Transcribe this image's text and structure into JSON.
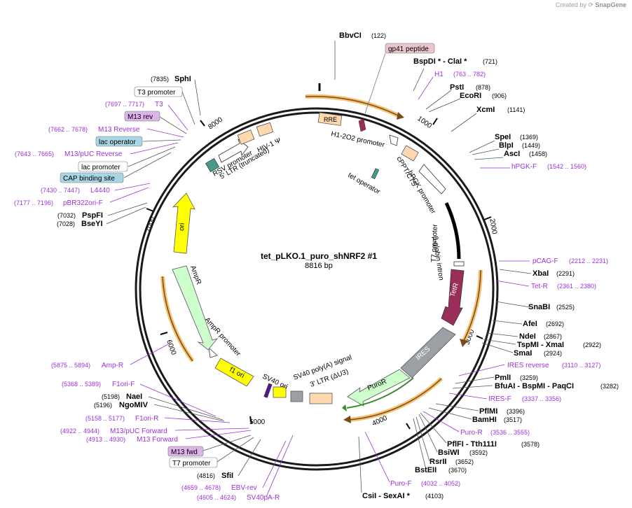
{
  "app": {
    "credit_prefix": "Created by",
    "credit_brand": "SnapGene"
  },
  "plasmid": {
    "name": "tet_pLKO.1_puro_shNRF2 #1",
    "length_label": "8816 bp",
    "total_bp": 8816
  },
  "ticks": [
    "1000",
    "2000",
    "3000",
    "4000",
    "5000",
    "6000",
    "7000",
    "8000"
  ],
  "colors": {
    "backbone": "#1a1a1a",
    "orange_arrow": "#f3c06e",
    "dark_brown": "#7a4a1a",
    "enzyme_label": "#000000",
    "primer": "#9b30d9",
    "promoter": "#ffffff",
    "yellow": "#ffff00",
    "green": "#ccffcc",
    "grey": "#9aa0a6",
    "peach": "#ffd8b0",
    "tetR": "#9b2d5a",
    "pink_box": "#e8c6cc",
    "violet_box": "#dcb4e8",
    "blue_box": "#a9d6e5"
  },
  "right_labels": [
    {
      "name": "BbvCI",
      "pos": "(122)",
      "kind": "enzyme"
    },
    {
      "name": "gp41 peptide",
      "pos": "",
      "kind": "boxed-pink"
    },
    {
      "name": "BspDI * - ClaI *",
      "pos": "(721)",
      "kind": "enzyme"
    },
    {
      "name": "H1",
      "pos": "(763 .. 782)",
      "kind": "primer"
    },
    {
      "name": "PstI",
      "pos": "(878)",
      "kind": "enzyme"
    },
    {
      "name": "EcoRI",
      "pos": "(906)",
      "kind": "enzyme"
    },
    {
      "name": "XcmI",
      "pos": "(1141)",
      "kind": "enzyme"
    },
    {
      "name": "SpeI",
      "pos": "(1369)",
      "kind": "enzyme"
    },
    {
      "name": "BlpI",
      "pos": "(1449)",
      "kind": "enzyme"
    },
    {
      "name": "AscI",
      "pos": "(1458)",
      "kind": "enzyme"
    },
    {
      "name": "hPGK-F",
      "pos": "(1542 .. 1560)",
      "kind": "primer"
    },
    {
      "name": "pCAG-F",
      "pos": "(2212 .. 2231)",
      "kind": "primer"
    },
    {
      "name": "XbaI",
      "pos": "(2291)",
      "kind": "enzyme"
    },
    {
      "name": "Tet-R",
      "pos": "(2361 .. 2380)",
      "kind": "primer"
    },
    {
      "name": "SnaBI",
      "pos": "(2525)",
      "kind": "enzyme"
    },
    {
      "name": "AfeI",
      "pos": "(2692)",
      "kind": "enzyme"
    },
    {
      "name": "NdeI",
      "pos": "(2867)",
      "kind": "enzyme"
    },
    {
      "name": "TspMI - XmaI",
      "pos": "(2922)",
      "kind": "enzyme"
    },
    {
      "name": "SmaI",
      "pos": "(2924)",
      "kind": "enzyme"
    },
    {
      "name": "IRES reverse",
      "pos": "(3110 .. 3127)",
      "kind": "primer"
    },
    {
      "name": "PmlI",
      "pos": "(3259)",
      "kind": "enzyme"
    },
    {
      "name": "BfuAI - BspMI - PaqCI",
      "pos": "(3282)",
      "kind": "enzyme"
    },
    {
      "name": "IRES-F",
      "pos": "(3337 .. 3356)",
      "kind": "primer"
    },
    {
      "name": "PflMI",
      "pos": "(3396)",
      "kind": "enzyme"
    },
    {
      "name": "BamHI",
      "pos": "(3517)",
      "kind": "enzyme"
    },
    {
      "name": "Puro-R",
      "pos": "(3536 .. 3555)",
      "kind": "primer"
    },
    {
      "name": "PflFI - Tth111I",
      "pos": "(3578)",
      "kind": "enzyme"
    },
    {
      "name": "BsiWI",
      "pos": "(3592)",
      "kind": "enzyme"
    },
    {
      "name": "RsrII",
      "pos": "(3652)",
      "kind": "enzyme"
    },
    {
      "name": "BstEII",
      "pos": "(3670)",
      "kind": "enzyme"
    },
    {
      "name": "Puro-F",
      "pos": "(4032 .. 4052)",
      "kind": "primer"
    },
    {
      "name": "CsiI - SexAI *",
      "pos": "(4103)",
      "kind": "enzyme"
    }
  ],
  "left_labels": [
    {
      "name": "SphI",
      "pos": "(7835)",
      "kind": "enzyme"
    },
    {
      "name": "T3 promoter",
      "pos": "",
      "kind": "boxed-white"
    },
    {
      "name": "T3",
      "pos": "(7697 .. 7717)",
      "kind": "primer"
    },
    {
      "name": "M13 rev",
      "pos": "",
      "kind": "boxed-violet"
    },
    {
      "name": "M13 Reverse",
      "pos": "(7662 .. 7678)",
      "kind": "primer"
    },
    {
      "name": "lac operator",
      "pos": "",
      "kind": "boxed-blue"
    },
    {
      "name": "M13/pUC Reverse",
      "pos": "(7643 .. 7665)",
      "kind": "primer"
    },
    {
      "name": "lac promoter",
      "pos": "",
      "kind": "boxed-white"
    },
    {
      "name": "CAP binding site",
      "pos": "",
      "kind": "boxed-blue"
    },
    {
      "name": "L4440",
      "pos": "(7430 .. 7447)",
      "kind": "primer"
    },
    {
      "name": "pBR322ori-F",
      "pos": "(7177 .. 7196)",
      "kind": "primer"
    },
    {
      "name": "PspFI",
      "pos": "(7032)",
      "kind": "enzyme"
    },
    {
      "name": "BseYI",
      "pos": "(7028)",
      "kind": "enzyme"
    },
    {
      "name": "Amp-R",
      "pos": "(5875 .. 5894)",
      "kind": "primer"
    },
    {
      "name": "F1ori-F",
      "pos": "(5368 .. 5389)",
      "kind": "primer"
    },
    {
      "name": "NaeI",
      "pos": "(5198)",
      "kind": "enzyme"
    },
    {
      "name": "NgoMIV",
      "pos": "(5196)",
      "kind": "enzyme"
    },
    {
      "name": "F1ori-R",
      "pos": "(5158 .. 5177)",
      "kind": "primer"
    },
    {
      "name": "M13/pUC Forward",
      "pos": "(4922 .. 4944)",
      "kind": "primer"
    },
    {
      "name": "M13 Forward",
      "pos": "(4913 .. 4930)",
      "kind": "primer"
    },
    {
      "name": "M13 fwd",
      "pos": "",
      "kind": "boxed-violet"
    },
    {
      "name": "T7 promoter",
      "pos": "",
      "kind": "boxed-white"
    },
    {
      "name": "SfiI",
      "pos": "(4816)",
      "kind": "enzyme"
    },
    {
      "name": "EBV-rev",
      "pos": "(4659 .. 4678)",
      "kind": "primer"
    },
    {
      "name": "SV40pA-R",
      "pos": "(4605 .. 4624)",
      "kind": "primer"
    }
  ],
  "feature_labels": {
    "RRE": "RRE",
    "h1_2o2": "H1-2O2 promoter",
    "tet_operator": "tet operator",
    "cppt": "cPPT/CTS",
    "hpgk": "hPGK promoter",
    "beta_globin": "β-globin intron",
    "t7": "T7 promoter",
    "TetR": "TetR",
    "IRES": "IRES",
    "PuroR": "PuroR",
    "ltr3": "3' LTR (ΔU3)",
    "sv40polyA": "SV40 poly(A) signal",
    "sv40ori": "SV40 ori",
    "f1ori": "f1 ori",
    "ampr_promoter": "AmpR promoter",
    "AmpR": "AmpR",
    "ori": "ori",
    "rsv": "RSV promoter",
    "ltr5": "5' LTR (truncated)",
    "hiv_psi": "HIV-1 Ψ"
  }
}
